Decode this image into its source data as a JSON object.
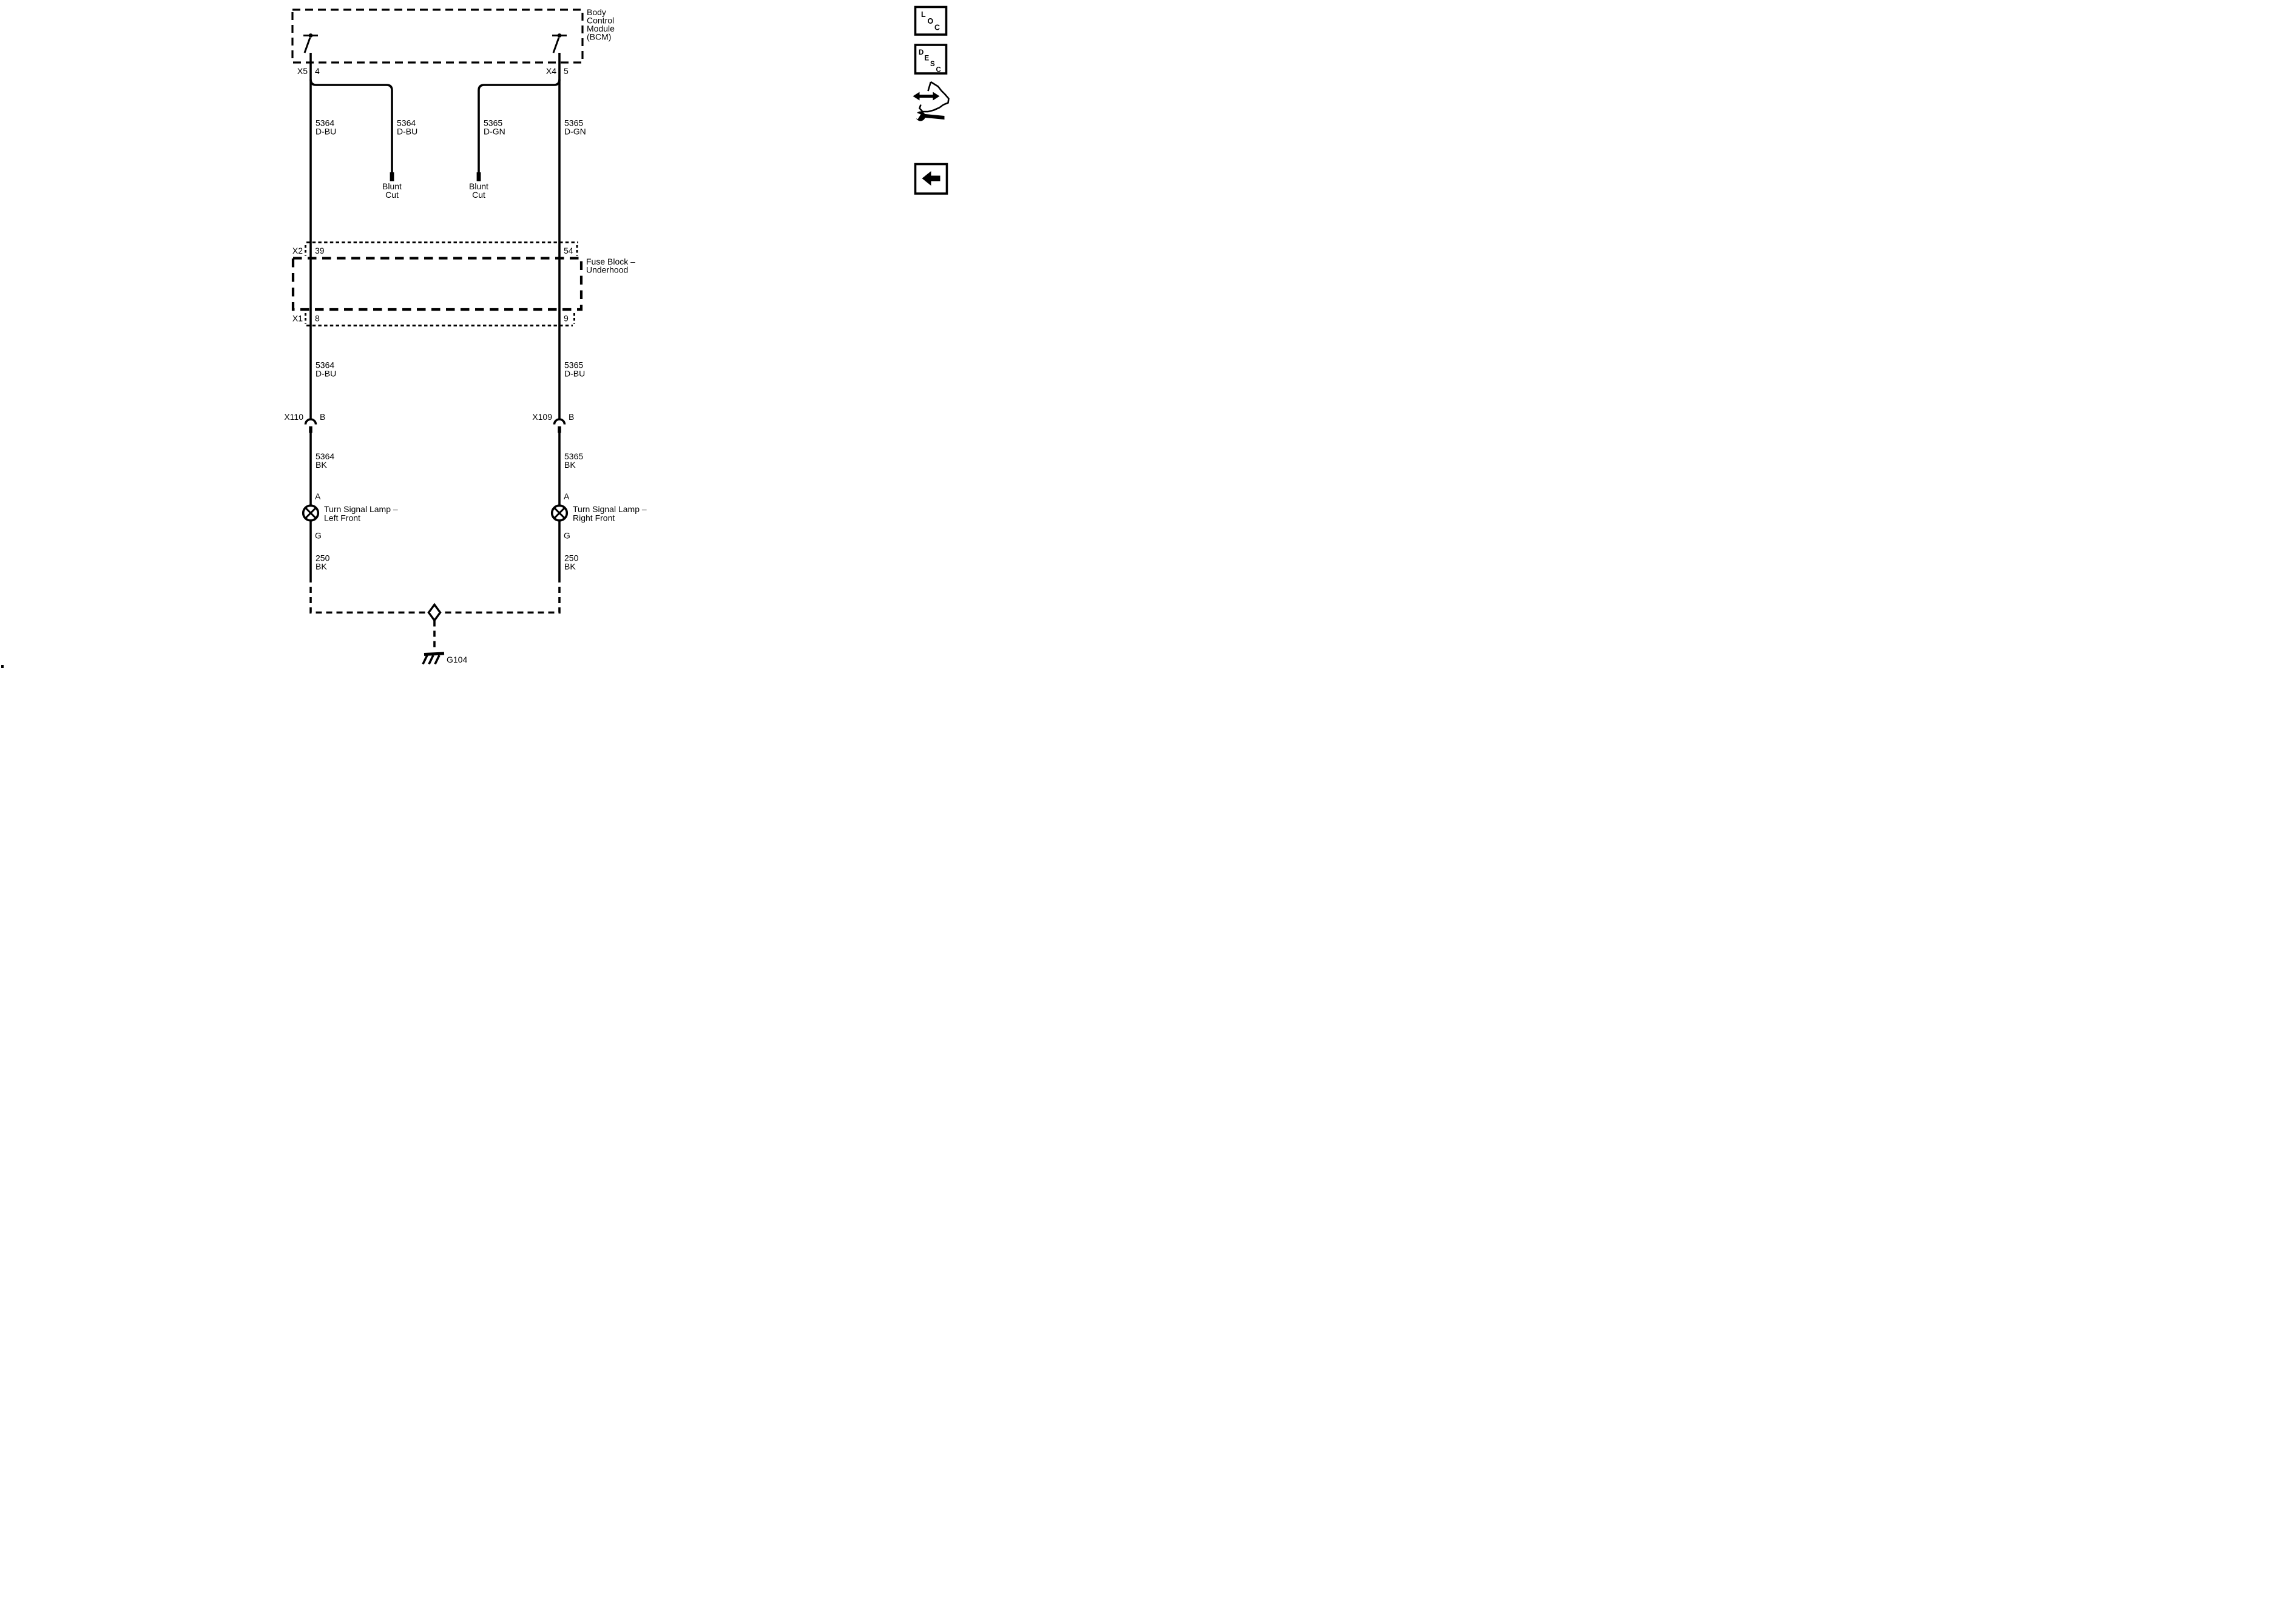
{
  "page": {
    "background": "#ffffff",
    "ink": "#000000"
  },
  "bcm": {
    "title_line1": "Body",
    "title_line2": "Control",
    "title_line3": "Module",
    "title_line4": "(BCM)",
    "left_connector": "X5",
    "left_pin": "4",
    "right_connector": "X4",
    "right_pin": "5"
  },
  "wires": {
    "left_bcm_circuit": "5364",
    "left_bcm_color": "D-BU",
    "blunt1_circuit": "5364",
    "blunt1_color": "D-BU",
    "blunt2_circuit": "5365",
    "blunt2_color": "D-GN",
    "right_bcm_circuit": "5365",
    "right_bcm_color": "D-GN",
    "left_mid_circuit": "5364",
    "left_mid_color": "D-BU",
    "right_mid_circuit": "5365",
    "right_mid_color": "D-BU",
    "left_lamp_circuit": "5364",
    "left_lamp_color": "BK",
    "right_lamp_circuit": "5365",
    "right_lamp_color": "BK",
    "left_gnd_circuit": "250",
    "left_gnd_color": "BK",
    "right_gnd_circuit": "250",
    "right_gnd_color": "BK"
  },
  "blunt_cut": {
    "line1": "Blunt",
    "line2": "Cut"
  },
  "fuse_block": {
    "title_line1": "Fuse Block –",
    "title_line2": "Underhood",
    "top_connector": "X2",
    "top_left_pin": "39",
    "top_right_pin": "54",
    "bottom_connector": "X1",
    "bottom_left_pin": "8",
    "bottom_right_pin": "9"
  },
  "inline": {
    "left_name": "X110",
    "left_pin": "B",
    "right_name": "X109",
    "right_pin": "B"
  },
  "lamp_left": {
    "pin_a": "A",
    "pin_g": "G",
    "name_line1": "Turn Signal Lamp –",
    "name_line2": "Left Front"
  },
  "lamp_right": {
    "pin_a": "A",
    "pin_g": "G",
    "name_line1": "Turn Signal Lamp –",
    "name_line2": "Right Front"
  },
  "ground": {
    "label": "G104"
  },
  "toolbar": {
    "loc": {
      "l1": "L",
      "l2": "O",
      "l3": "C"
    },
    "desc": {
      "l1": "D",
      "l2": "E",
      "l3": "S",
      "l4": "C"
    }
  }
}
